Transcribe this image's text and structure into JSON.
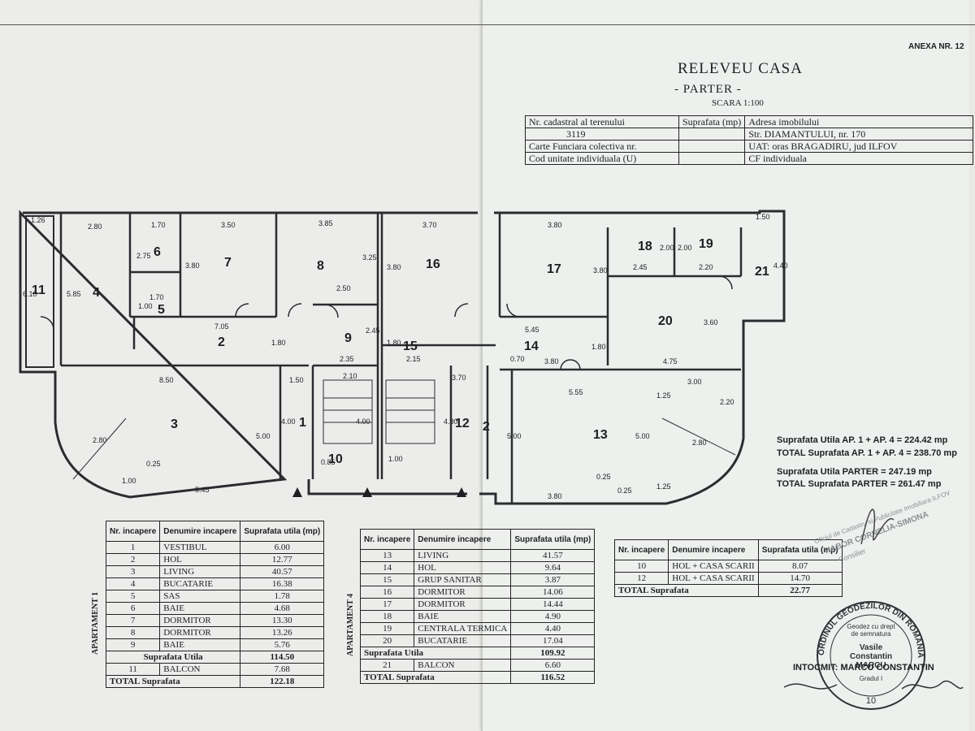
{
  "header": {
    "annex": "ANEXA NR. 12",
    "title": "RELEVEU CASA",
    "subtitle": "- PARTER -",
    "scale": "SCARA 1:100"
  },
  "cadastral": {
    "c1r1": "Nr. cadastral al terenului",
    "c1r2": "3119",
    "c1r3": "Carte Funciara colectiva nr.",
    "c1r4": "Cod unitate individuala (U)",
    "c2r1": "Suprafata (mp)",
    "c3r1": "Adresa imobilului",
    "c3r2": "Str. DIAMANTULUI, nr. 170",
    "c3r3": "UAT: oras BRAGADIRU, jud ILFOV",
    "c3r4": "CF individuala"
  },
  "plan": {
    "rooms": [
      "1",
      "2",
      "3",
      "4",
      "5",
      "6",
      "7",
      "8",
      "9",
      "10",
      "11",
      "12",
      "13",
      "14",
      "15",
      "16",
      "17",
      "18",
      "19",
      "20",
      "21",
      "2"
    ],
    "dims": [
      "1.26",
      "2.80",
      "1.70",
      "3.50",
      "3.85",
      "3.70",
      "3.80",
      "1.50",
      "6.10",
      "5.85",
      "2.75",
      "3.80",
      "3.25",
      "3.80",
      "3.80",
      "2.00",
      "2.00",
      "4.40",
      "1.70",
      "1.00",
      "2.50",
      "7.05",
      "1.80",
      "2.45",
      "1.80",
      "5.45",
      "0.70",
      "3.80",
      "1.80",
      "2.45",
      "2.20",
      "3.60",
      "2.35",
      "2.15",
      "4.75",
      "8.50",
      "1.50",
      "2.10",
      "3.70",
      "5.55",
      "3.00",
      "2.20",
      "4.00",
      "4.00",
      "4.80",
      "5.00",
      "5.00",
      "5.00",
      "2.80",
      "2.80",
      "0.25",
      "0.25",
      "1.00",
      "0.85",
      "1.00",
      "5.45",
      "3.80",
      "0.25",
      "1.25",
      "1.25"
    ]
  },
  "apt1": {
    "side": "APARTAMENT 1",
    "h1": "Nr. incapere",
    "h2": "Denumire incapere",
    "h3": "Suprafata utila (mp)",
    "rows": [
      {
        "n": "1",
        "name": "VESTIBUL",
        "s": "6.00"
      },
      {
        "n": "2",
        "name": "HOL",
        "s": "12.77"
      },
      {
        "n": "3",
        "name": "LIVING",
        "s": "40.57"
      },
      {
        "n": "4",
        "name": "BUCATARIE",
        "s": "16.38"
      },
      {
        "n": "5",
        "name": "SAS",
        "s": "1.78"
      },
      {
        "n": "6",
        "name": "BAIE",
        "s": "4.68"
      },
      {
        "n": "7",
        "name": "DORMITOR",
        "s": "13.30"
      },
      {
        "n": "8",
        "name": "DORMITOR",
        "s": "13.26"
      },
      {
        "n": "9",
        "name": "BAIE",
        "s": "5.76"
      }
    ],
    "util_label": "Suprafata Utila",
    "util": "114.50",
    "balcon_n": "11",
    "balcon_name": "BALCON",
    "balcon": "7.68",
    "total_label": "TOTAL Suprafata",
    "total": "122.18"
  },
  "apt4": {
    "side": "APARTAMENT 4",
    "h1": "Nr. incapere",
    "h2": "Denumire incapere",
    "h3": "Suprafata utila (mp)",
    "rows": [
      {
        "n": "13",
        "name": "LIVING",
        "s": "41.57"
      },
      {
        "n": "14",
        "name": "HOL",
        "s": "9.64"
      },
      {
        "n": "15",
        "name": "GRUP SANITAR",
        "s": "3.87"
      },
      {
        "n": "16",
        "name": "DORMITOR",
        "s": "14.06"
      },
      {
        "n": "17",
        "name": "DORMITOR",
        "s": "14.44"
      },
      {
        "n": "18",
        "name": "BAIE",
        "s": "4.90"
      },
      {
        "n": "19",
        "name": "CENTRALA TERMICA",
        "s": "4.40"
      },
      {
        "n": "20",
        "name": "BUCATARIE",
        "s": "17.04"
      }
    ],
    "util_label": "Suprafata Utila",
    "util": "109.92",
    "balcon_n": "21",
    "balcon_name": "BALCON",
    "balcon": "6.60",
    "total_label": "TOTAL Suprafata",
    "total": "116.52"
  },
  "common": {
    "h1": "Nr. incapere",
    "h2": "Denumire incapere",
    "h3": "Suprafata utila (mp)",
    "rows": [
      {
        "n": "10",
        "name": "HOL + CASA SCARII",
        "s": "8.07"
      },
      {
        "n": "12",
        "name": "HOL + CASA SCARII",
        "s": "14.70"
      }
    ],
    "total_label": "TOTAL Suprafata",
    "total": "22.77"
  },
  "summary": {
    "l1": "Suprafata Utila AP. 1 + AP. 4 = 224.42 mp",
    "l2": "TOTAL Suprafata AP. 1 + AP. 4 = 238.70 mp",
    "l3": "Suprafata Utila PARTER = 247.19 mp",
    "l4": "TOTAL Suprafata PARTER = 261.47 mp"
  },
  "stamp": {
    "ring": "ORDINUL GEODEZILOR DIN ROMANIA",
    "line1": "Geodez cu drept",
    "line2": "de semnatura",
    "name1": "Vasile",
    "name2": "Constantin",
    "name3": "MARCU",
    "grade": "Gradul I",
    "num": "10",
    "intocmit": "INTOCMIT: MARCU CONSTANTIN",
    "office1": "Oficiul de Cadastru si Publicitate Imobiliara ILFOV",
    "office2": "HABOR CORNELIA-SIMONA",
    "office3": "Consilier"
  }
}
